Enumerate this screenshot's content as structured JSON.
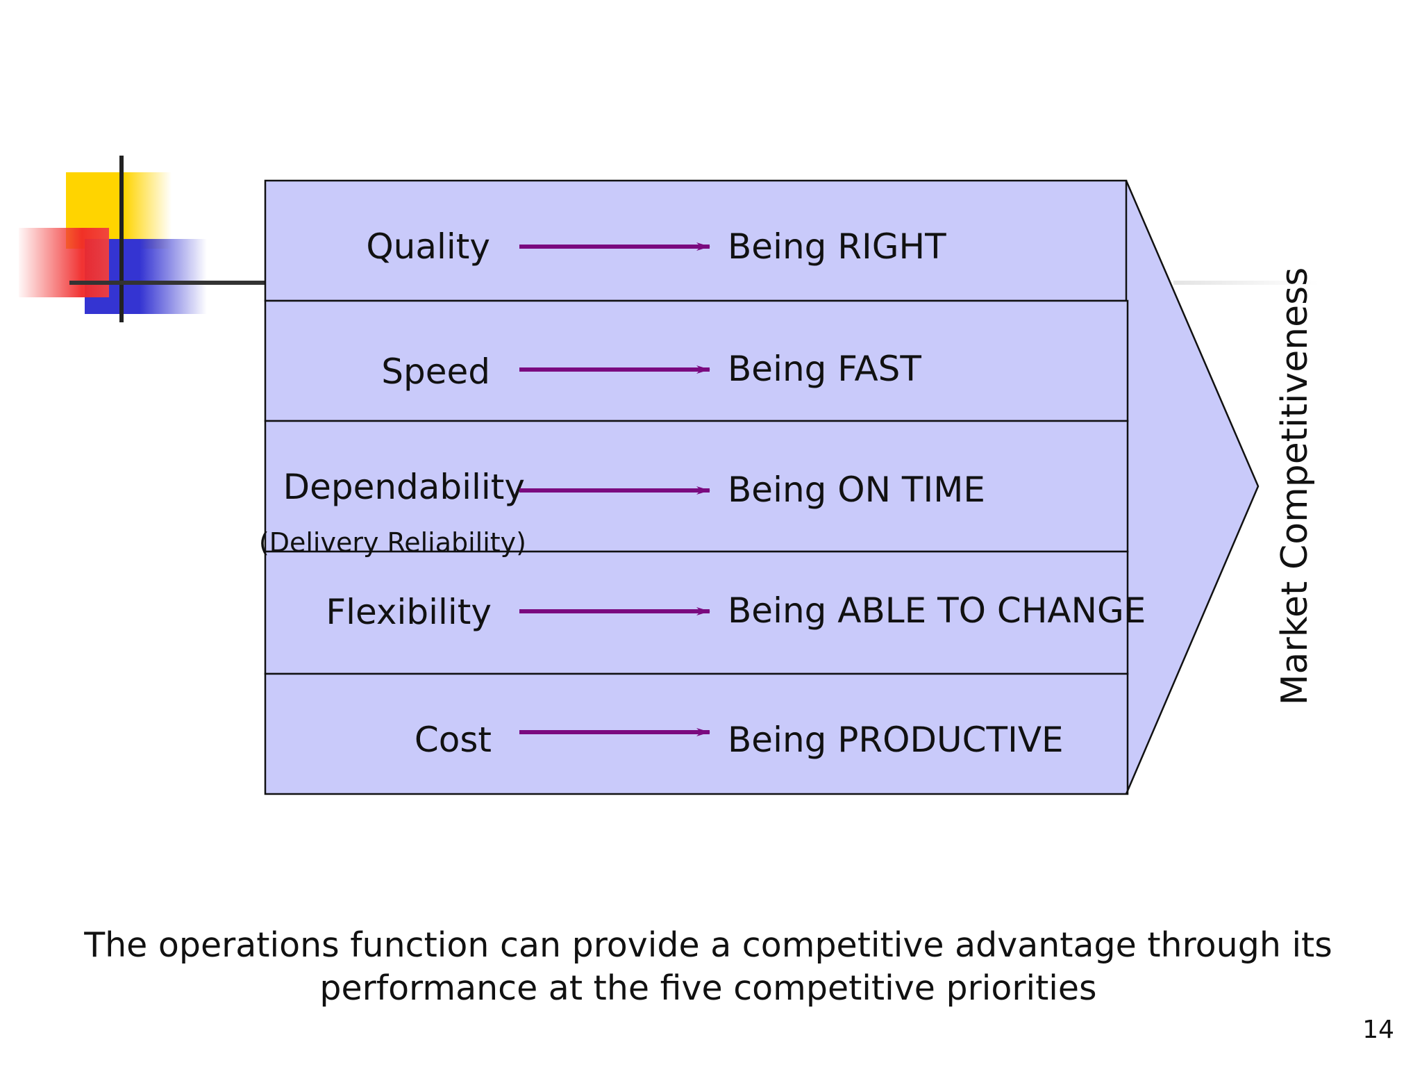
{
  "diagram": {
    "rows": [
      {
        "label": "Quality",
        "sublabel": "",
        "outcome": "Being RIGHT"
      },
      {
        "label": "Speed",
        "sublabel": "",
        "outcome": "Being FAST"
      },
      {
        "label": "Dependability",
        "sublabel": "(Delivery Reliability)",
        "outcome": "Being ON TIME"
      },
      {
        "label": "Flexibility",
        "sublabel": "",
        "outcome": "Being ABLE TO CHANGE"
      },
      {
        "label": "Cost",
        "sublabel": "",
        "outcome": "Being PRODUCTIVE"
      }
    ],
    "side_label": "Market Competitiveness",
    "colors": {
      "box_fill": "#c9cafa",
      "box_stroke": "#111111",
      "arrow": "#7a0a7f"
    }
  },
  "caption": {
    "line1": "The operations function can provide a competitive advantage through its",
    "line2": "performance at the five competitive priorities"
  },
  "page_number": "14"
}
